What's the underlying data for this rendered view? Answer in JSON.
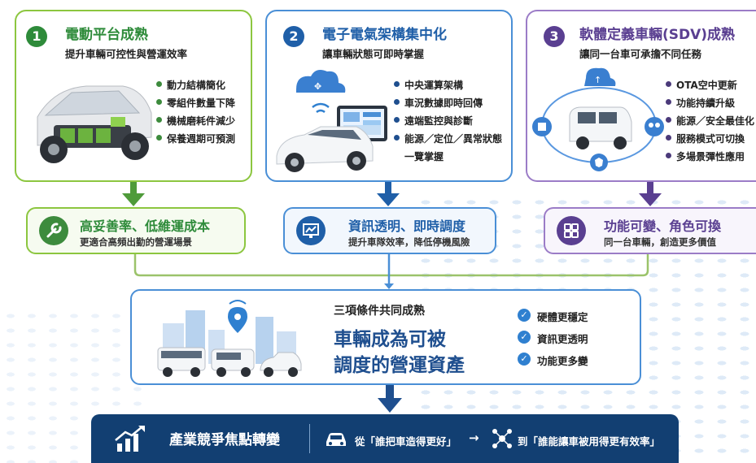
{
  "cards": [
    {
      "number": "1",
      "title": "電動平台成熟",
      "subtitle": "提升車輛可控性與營運效率",
      "bullets": [
        "動力結構簡化",
        "零組件數量下降",
        "機械磨耗件減少",
        "保養週期可預測"
      ],
      "color": "#2e8b3a"
    },
    {
      "number": "2",
      "title": "電子電氣架構集中化",
      "subtitle": "讓車輛狀態可即時掌握",
      "bullets": [
        "中央運算架構",
        "車況數據即時回傳",
        "遠端監控與診斷",
        "能源／定位／異常狀態",
        "一覽掌握"
      ],
      "color": "#1f5fa8"
    },
    {
      "number": "3",
      "title": "軟體定義車輛(SDV)成熟",
      "subtitle": "讓同一台車可承擔不同任務",
      "bullets": [
        "OTA空中更新",
        "功能持續升級",
        "能源／安全最佳化",
        "服務模式可切換",
        "多場景彈性應用"
      ],
      "color": "#5a3f91"
    }
  ],
  "outcomes": [
    {
      "title": "高妥善率、低維運成本",
      "subtitle": "更適合高頻出勤的營運場景"
    },
    {
      "title": "資訊透明、即時調度",
      "subtitle": "提升車隊效率，降低停機風險"
    },
    {
      "title": "功能可變、角色可換",
      "subtitle": "同一台車輛，創造更多價值"
    }
  ],
  "center": {
    "kicker": "三項條件共同成熟",
    "headline_1": "車輛成為可被",
    "headline_2": "調度的營運資產",
    "checks": [
      "硬體更穩定",
      "資訊更透明",
      "功能更多變"
    ]
  },
  "bottom": {
    "title": "產業競爭焦點轉變",
    "from": "從「誰把車造得更好」",
    "arrow": "→",
    "to": "到「誰能讓車被用得更有效率」"
  }
}
